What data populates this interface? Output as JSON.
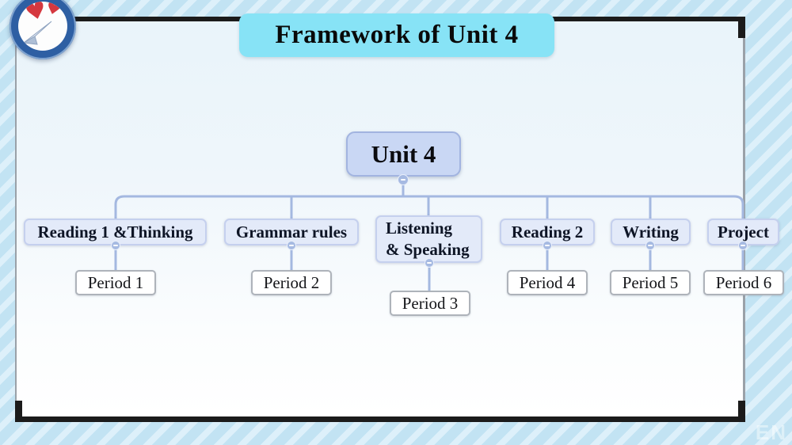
{
  "title_banner": {
    "text": "Framework of Unit 4"
  },
  "mindmap": {
    "root_label": "Unit 4",
    "branches": [
      {
        "topic": "Reading 1 &Thinking",
        "period": "Period 1"
      },
      {
        "topic": "Grammar rules",
        "period": "Period 2"
      },
      {
        "topic": "Listening\n& Speaking",
        "period": "Period 3"
      },
      {
        "topic": "Reading 2",
        "period": "Period 4"
      },
      {
        "topic": "Writing",
        "period": "Period 5"
      },
      {
        "topic": "Project",
        "period": "Period 6"
      }
    ]
  },
  "icons": {
    "heart": "♥"
  },
  "watermark": "EN",
  "colors": {
    "banner_bg": "#87e3f6",
    "root_fill": "#c9d7f4",
    "root_border": "#a2b4e0",
    "topic_fill": "#e3eaf9",
    "topic_border": "#c5d0ee",
    "period_fill": "#ffffff",
    "period_border": "#aeb3ba",
    "connector": "#a4b8e0",
    "frame_black": "#1b1b1b",
    "outer_bg": "#c2e3f3",
    "outer_stripe": "#ddf0fa",
    "badge_ring": "#2e5fa3",
    "heart_red": "#d5383f"
  }
}
